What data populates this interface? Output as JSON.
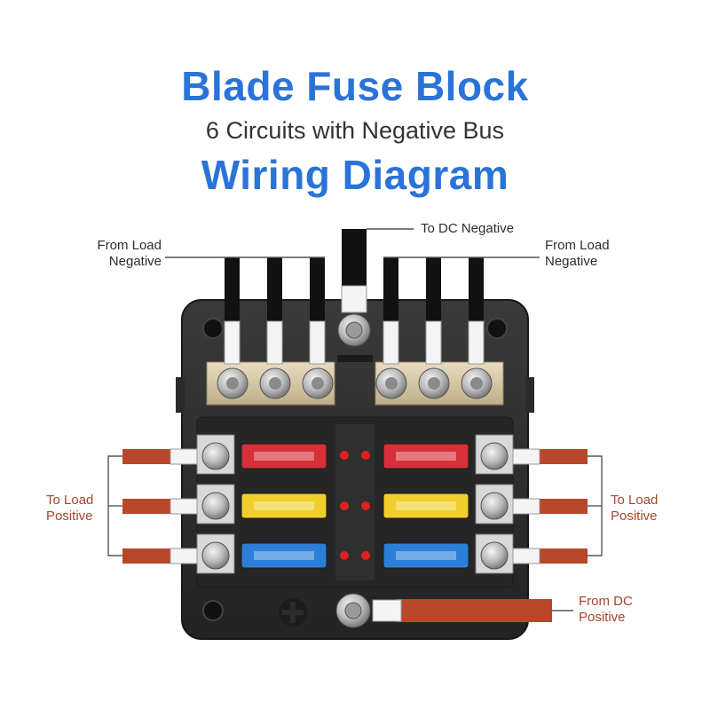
{
  "title": "Blade Fuse Block",
  "subtitle": "6 Circuits with Negative Bus",
  "heading": "Wiring Diagram",
  "labels": {
    "to_dc_negative": "To DC Negative",
    "from_load_negative_left": [
      "From Load",
      "Negative"
    ],
    "from_load_negative_right": [
      "From Load",
      "Negative"
    ],
    "to_load_positive_left": [
      "To Load",
      "Positive"
    ],
    "to_load_positive_right": [
      "To Load",
      "Positive"
    ],
    "from_dc_positive": [
      "From DC",
      "Positive"
    ]
  },
  "colors": {
    "title_blue": "#2a73d8",
    "label_red": "#a8442c",
    "wire_black": "#111111",
    "wire_red": "#b8472a",
    "block_body": "#2c2c2c",
    "fuse_red": "#d8303a",
    "fuse_yellow": "#f0cf2a",
    "fuse_blue": "#2c7fd8",
    "led_red": "#e02020"
  },
  "fuses": {
    "left": [
      "red",
      "yellow",
      "blue"
    ],
    "right": [
      "red",
      "yellow",
      "blue"
    ]
  }
}
